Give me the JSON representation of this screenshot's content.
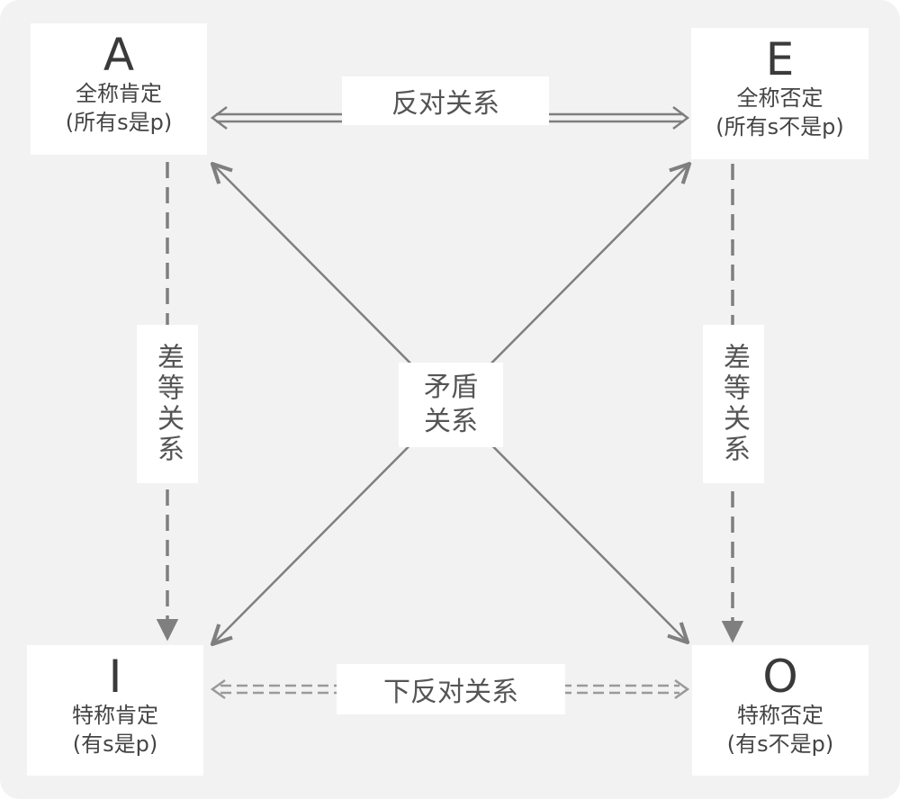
{
  "corners": {
    "a": {
      "letter": "A",
      "name": "全称肯定",
      "sub": "(所有s是p)"
    },
    "e": {
      "letter": "E",
      "name": "全称否定",
      "sub": "(所有s不是p)"
    },
    "i": {
      "letter": "I",
      "name": "特称肯定",
      "sub": "(有s是p)"
    },
    "o": {
      "letter": "O",
      "name": "特称否定",
      "sub": "(有s不是p)"
    }
  },
  "relations": {
    "contrary": "反对关系",
    "subcontrary": "下反对关系",
    "subalternation_left": "差等关系",
    "subalternation_right": "差等关系",
    "contradiction_line1": "矛盾",
    "contradiction_line2": "关系"
  },
  "colors": {
    "line": "#7f7f7f",
    "background": "#f2f2f2",
    "box": "#ffffff"
  }
}
